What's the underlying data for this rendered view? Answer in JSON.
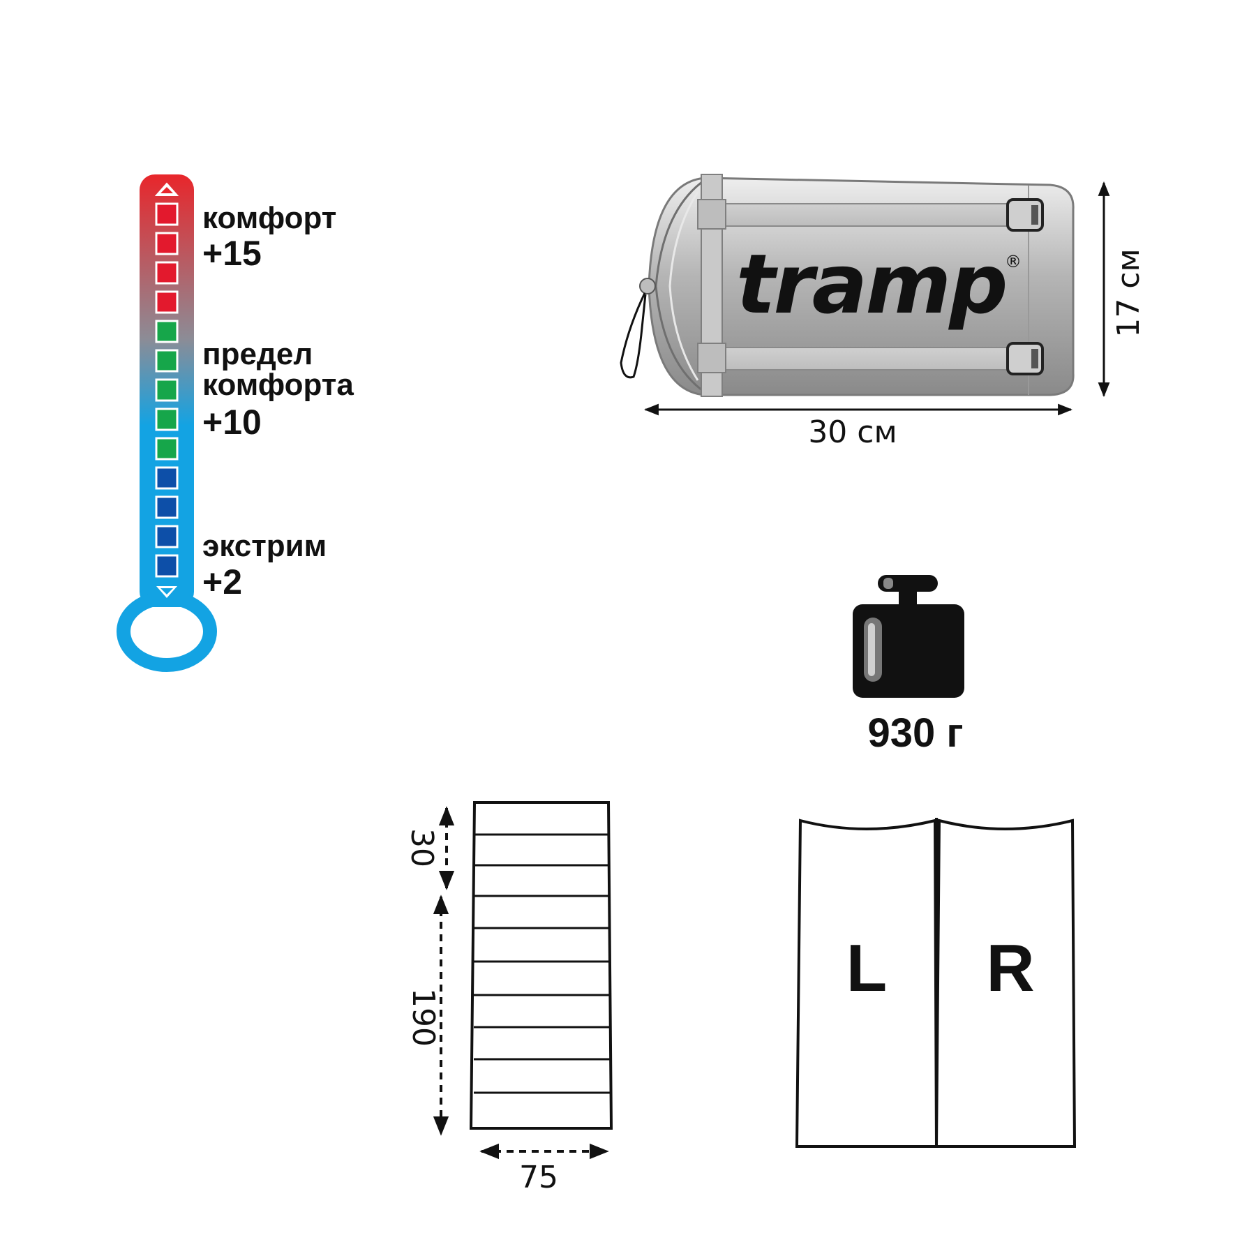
{
  "thermometer": {
    "levels": [
      {
        "name": "комфорт",
        "value": "+15"
      },
      {
        "name_line1": "предел",
        "name_line2": "комфорта",
        "value": "+10"
      },
      {
        "name": "экстрим",
        "value": "+2"
      }
    ],
    "colors": {
      "top": "#e8262b",
      "middle": "#8c8c96",
      "bottom": "#13a3e3",
      "square_red": "#e3192d",
      "square_green": "#16a64a",
      "square_blue": "#0d4fa8"
    }
  },
  "pack": {
    "brand": "tramp",
    "registered": "®",
    "length_label": "30 см",
    "height_label": "17 см"
  },
  "weight": {
    "label": "930 г",
    "icon": "weight-icon"
  },
  "bag": {
    "top_section_label": "30",
    "length_label": "190",
    "width_label": "75"
  },
  "zippers": {
    "left_label": "L",
    "right_label": "R"
  }
}
